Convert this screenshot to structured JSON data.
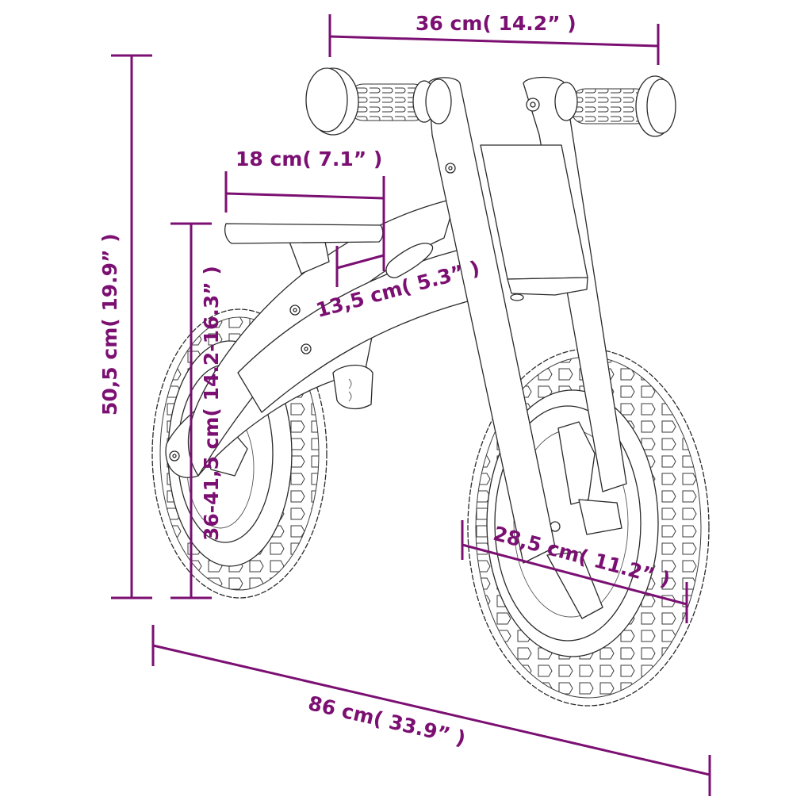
{
  "diagram": {
    "subject": "children's balance bike dimension drawing",
    "accent_color": "#7b0f72",
    "line_color": "#2a2a2a",
    "background": "#ffffff"
  },
  "dimensions": {
    "handlebar_width": {
      "label": "36 cm( 14.2” )"
    },
    "seat_length": {
      "label": "18 cm( 7.1” )"
    },
    "seat_offset": {
      "label": "13,5 cm( 5.3” )"
    },
    "overall_height": {
      "label": "50,5 cm( 19.9” )"
    },
    "seat_height": {
      "label": "36-41,5 cm( 14.2-16.3” )"
    },
    "wheel_diameter": {
      "label": "28,5 cm( 11.2” )"
    },
    "overall_length": {
      "label": "86 cm( 33.9” )"
    }
  }
}
